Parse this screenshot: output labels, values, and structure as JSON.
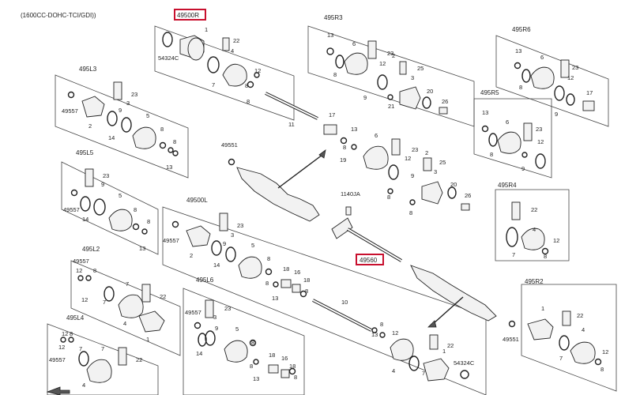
{
  "header": {
    "engine": "(1600CC-DOHC-TCI/GDI))"
  },
  "highlighted_parts": {
    "top": "49500R",
    "center": "49560"
  },
  "groups": {
    "g49500R": "49500R",
    "g495R3": "495R3",
    "g495R6": "495R6",
    "g495R5": "495R5",
    "g495R4": "495R4",
    "g495R2": "495R2",
    "g495L3": "495L3",
    "g495L5": "495L5",
    "g49500L": "49500L",
    "g495L2": "495L2",
    "g495L6": "495L6",
    "g495L4": "495L4"
  },
  "parts": {
    "p1": "1",
    "p2": "2",
    "p3": "3",
    "p4": "4",
    "p5": "5",
    "p6": "6",
    "p7": "7",
    "p8": "8",
    "p9": "9",
    "p10": "10",
    "p11": "11",
    "p12": "12",
    "p13": "13",
    "p14": "14",
    "p16": "16",
    "p17": "17",
    "p18": "18",
    "p19": "19",
    "p20": "20",
    "p21": "21",
    "p22": "22",
    "p23": "23",
    "p25": "25",
    "p26": "26",
    "p49551": "49551",
    "p49557": "49557",
    "p54324C": "54324C",
    "p1140JA": "1140JA"
  }
}
